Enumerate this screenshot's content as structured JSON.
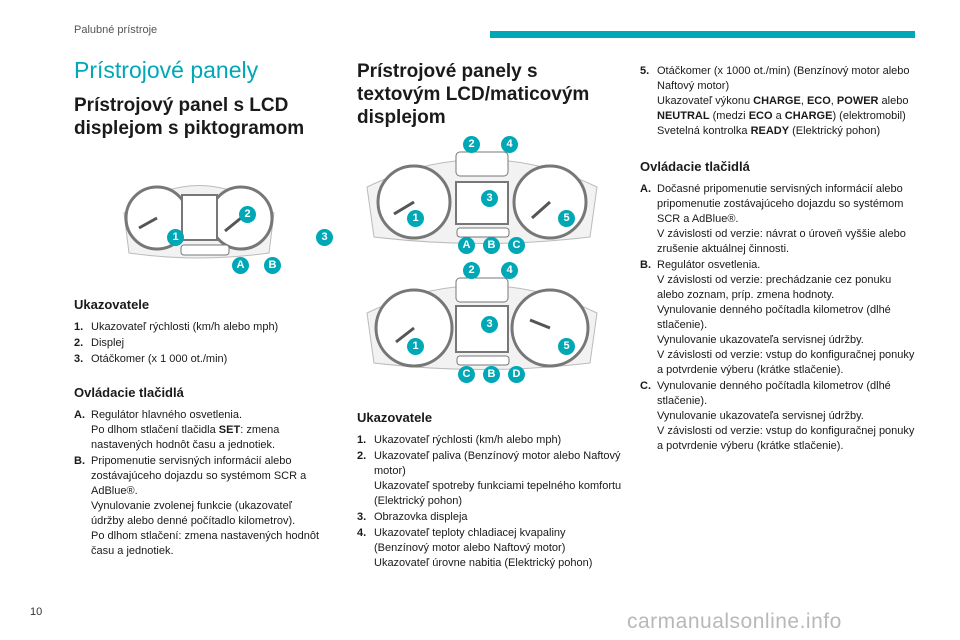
{
  "header": {
    "section": "Palubné prístroje"
  },
  "footer": {
    "page_number": "10"
  },
  "watermark": "carmanualsonline.info",
  "colors": {
    "accent": "#00a7b5"
  },
  "col1": {
    "title": "Prístrojové panely",
    "subtitle": "Prístrojový panel s LCD displejom s piktogramom",
    "diagram_badges": [
      "1",
      "2",
      "3",
      "A",
      "B"
    ],
    "indicators_heading": "Ukazovatele",
    "indicators": [
      {
        "n": "1.",
        "t": "Ukazovateľ rýchlosti (km/h alebo mph)"
      },
      {
        "n": "2.",
        "t": "Displej"
      },
      {
        "n": "3.",
        "t": "Otáčkomer (x 1 000 ot./min)"
      }
    ],
    "buttons_heading": "Ovládacie tlačidlá",
    "buttons": [
      {
        "n": "A.",
        "t1": "Regulátor hlavného osvetlenia.\nPo dlhom stlačení tlačidla ",
        "b": "SET",
        "t2": ": zmena nastavených hodnôt času a jednotiek."
      },
      {
        "n": "B.",
        "t1": "Pripomenutie servisných informácií alebo zostávajúceho dojazdu so systémom SCR a AdBlue®.\nVynulovanie zvolenej funkcie (ukazovateľ údržby alebo denné počítadlo kilometrov).\nPo dlhom stlačení: zmena nastavených hodnôt času a jednotiek.",
        "b": "",
        "t2": ""
      }
    ]
  },
  "col2": {
    "subtitle": "Prístrojové panely s textovým LCD/maticovým displejom",
    "diagram1_badges": [
      "2",
      "4",
      "3",
      "1",
      "5",
      "A",
      "B",
      "C"
    ],
    "diagram2_badges": [
      "2",
      "4",
      "3",
      "1",
      "5",
      "C",
      "B",
      "D"
    ],
    "indicators_heading": "Ukazovatele",
    "indicators": [
      {
        "n": "1.",
        "t": "Ukazovateľ rýchlosti (km/h alebo mph)"
      },
      {
        "n": "2.",
        "t": "Ukazovateľ paliva (Benzínový motor alebo Naftový motor)\nUkazovateľ spotreby funkciami tepelného komfortu (Elektrický pohon)"
      },
      {
        "n": "3.",
        "t": "Obrazovka displeja"
      },
      {
        "n": "4.",
        "t": "Ukazovateľ teploty chladiacej kvapaliny (Benzínový motor alebo Naftový motor)\nUkazovateľ úrovne nabitia (Elektrický pohon)"
      }
    ]
  },
  "col3": {
    "item5": {
      "n": "5.",
      "l1": "Otáčkomer (x 1000 ot./min) (Benzínový motor alebo Naftový motor)",
      "l2a": "Ukazovateľ výkonu ",
      "b1": "CHARGE",
      "l2b": ", ",
      "b2": "ECO",
      "l2c": ", ",
      "b3": "POWER",
      "l2d": " alebo ",
      "b4": "NEUTRAL",
      "l2e": " (medzi ",
      "b5": "ECO",
      "l2f": " a ",
      "b6": "CHARGE",
      "l2g": ") (elektromobil)",
      "l3a": "Svetelná kontrolka ",
      "b7": "READY",
      "l3b": " (Elektrický pohon)"
    },
    "buttons_heading": "Ovládacie tlačidlá",
    "buttons": [
      {
        "n": "A.",
        "t": "Dočasné pripomenutie servisných informácií alebo pripomenutie zostávajúceho dojazdu so systémom SCR a AdBlue®.\nV závislosti od verzie: návrat o úroveň vyššie alebo zrušenie aktuálnej činnosti."
      },
      {
        "n": "B.",
        "t": "Regulátor osvetlenia.\nV závislosti od verzie: prechádzanie cez ponuku alebo zoznam, príp. zmena hodnoty.\nVynulovanie denného počítadla kilometrov (dlhé stlačenie).\nVynulovanie ukazovateľa servisnej údržby.\nV závislosti od verzie: vstup do konfiguračnej ponuky a potvrdenie výberu (krátke stlačenie)."
      },
      {
        "n": "C.",
        "t": "Vynulovanie denného počítadla kilometrov (dlhé stlačenie).\nVynulovanie ukazovateľa servisnej údržby.\nV závislosti od verzie: vstup do konfiguračnej ponuky a potvrdenie výberu (krátke stlačenie)."
      }
    ]
  }
}
